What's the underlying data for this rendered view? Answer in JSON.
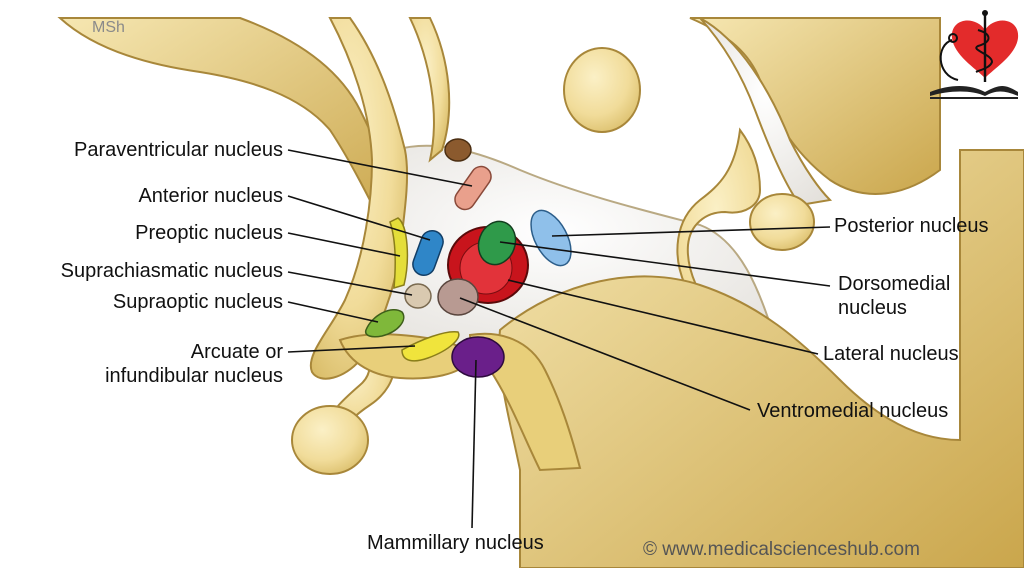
{
  "watermark": "MSh",
  "credit": "© www.medicalscienceshub.com",
  "logo_icon": "heart-caduceus-book-logo",
  "labels": {
    "paraventricular": "Paraventricular nucleus",
    "anterior": "Anterior nucleus",
    "preoptic": "Preoptic nucleus",
    "suprachiasmatic": "Suprachiasmatic nucleus",
    "supraoptic": "Supraoptic nucleus",
    "arcuate_1": "Arcuate or",
    "arcuate_2": "infundibular nucleus",
    "posterior": "Posterior nucleus",
    "dorsomedial_1": "Dorsomedial",
    "dorsomedial_2": "nucleus",
    "lateral": "Lateral nucleus",
    "ventromedial": "Ventromedial nucleus",
    "mammillary": "Mammillary nucleus"
  },
  "colors": {
    "tissue": "#f1dc9a",
    "tissue_dark": "#c9a94e",
    "paraventricular": "#e9a08c",
    "anterior": "#2f86c8",
    "preoptic": "#e4de3a",
    "suprachiasmatic": "#d9c9b0",
    "supraoptic": "#7fb83a",
    "arcuate": "#f0e43c",
    "posterior": "#8fc0ea",
    "dorsomedial": "#2f9a4a",
    "lateral": "#c8141c",
    "ventromedial": "#b89a92",
    "mammillary": "#6a1f8a",
    "logo_red": "#e32b2b"
  }
}
